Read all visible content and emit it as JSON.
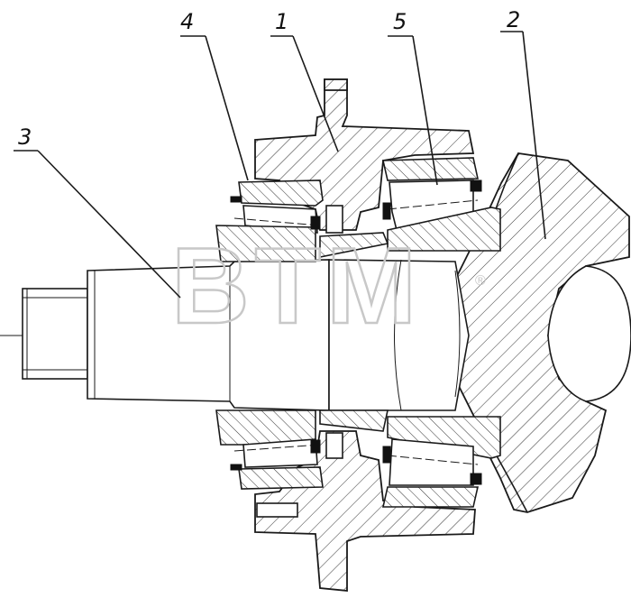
{
  "labels": {
    "housing": "1",
    "gear": "2",
    "shaft": "3",
    "bearing_left": "4",
    "bearing_right": "5"
  },
  "watermark": {
    "text": "BTM",
    "mark": "®",
    "color": "#c8c8c8"
  },
  "colors": {
    "line": "#1a1a1a",
    "background": "#ffffff"
  }
}
